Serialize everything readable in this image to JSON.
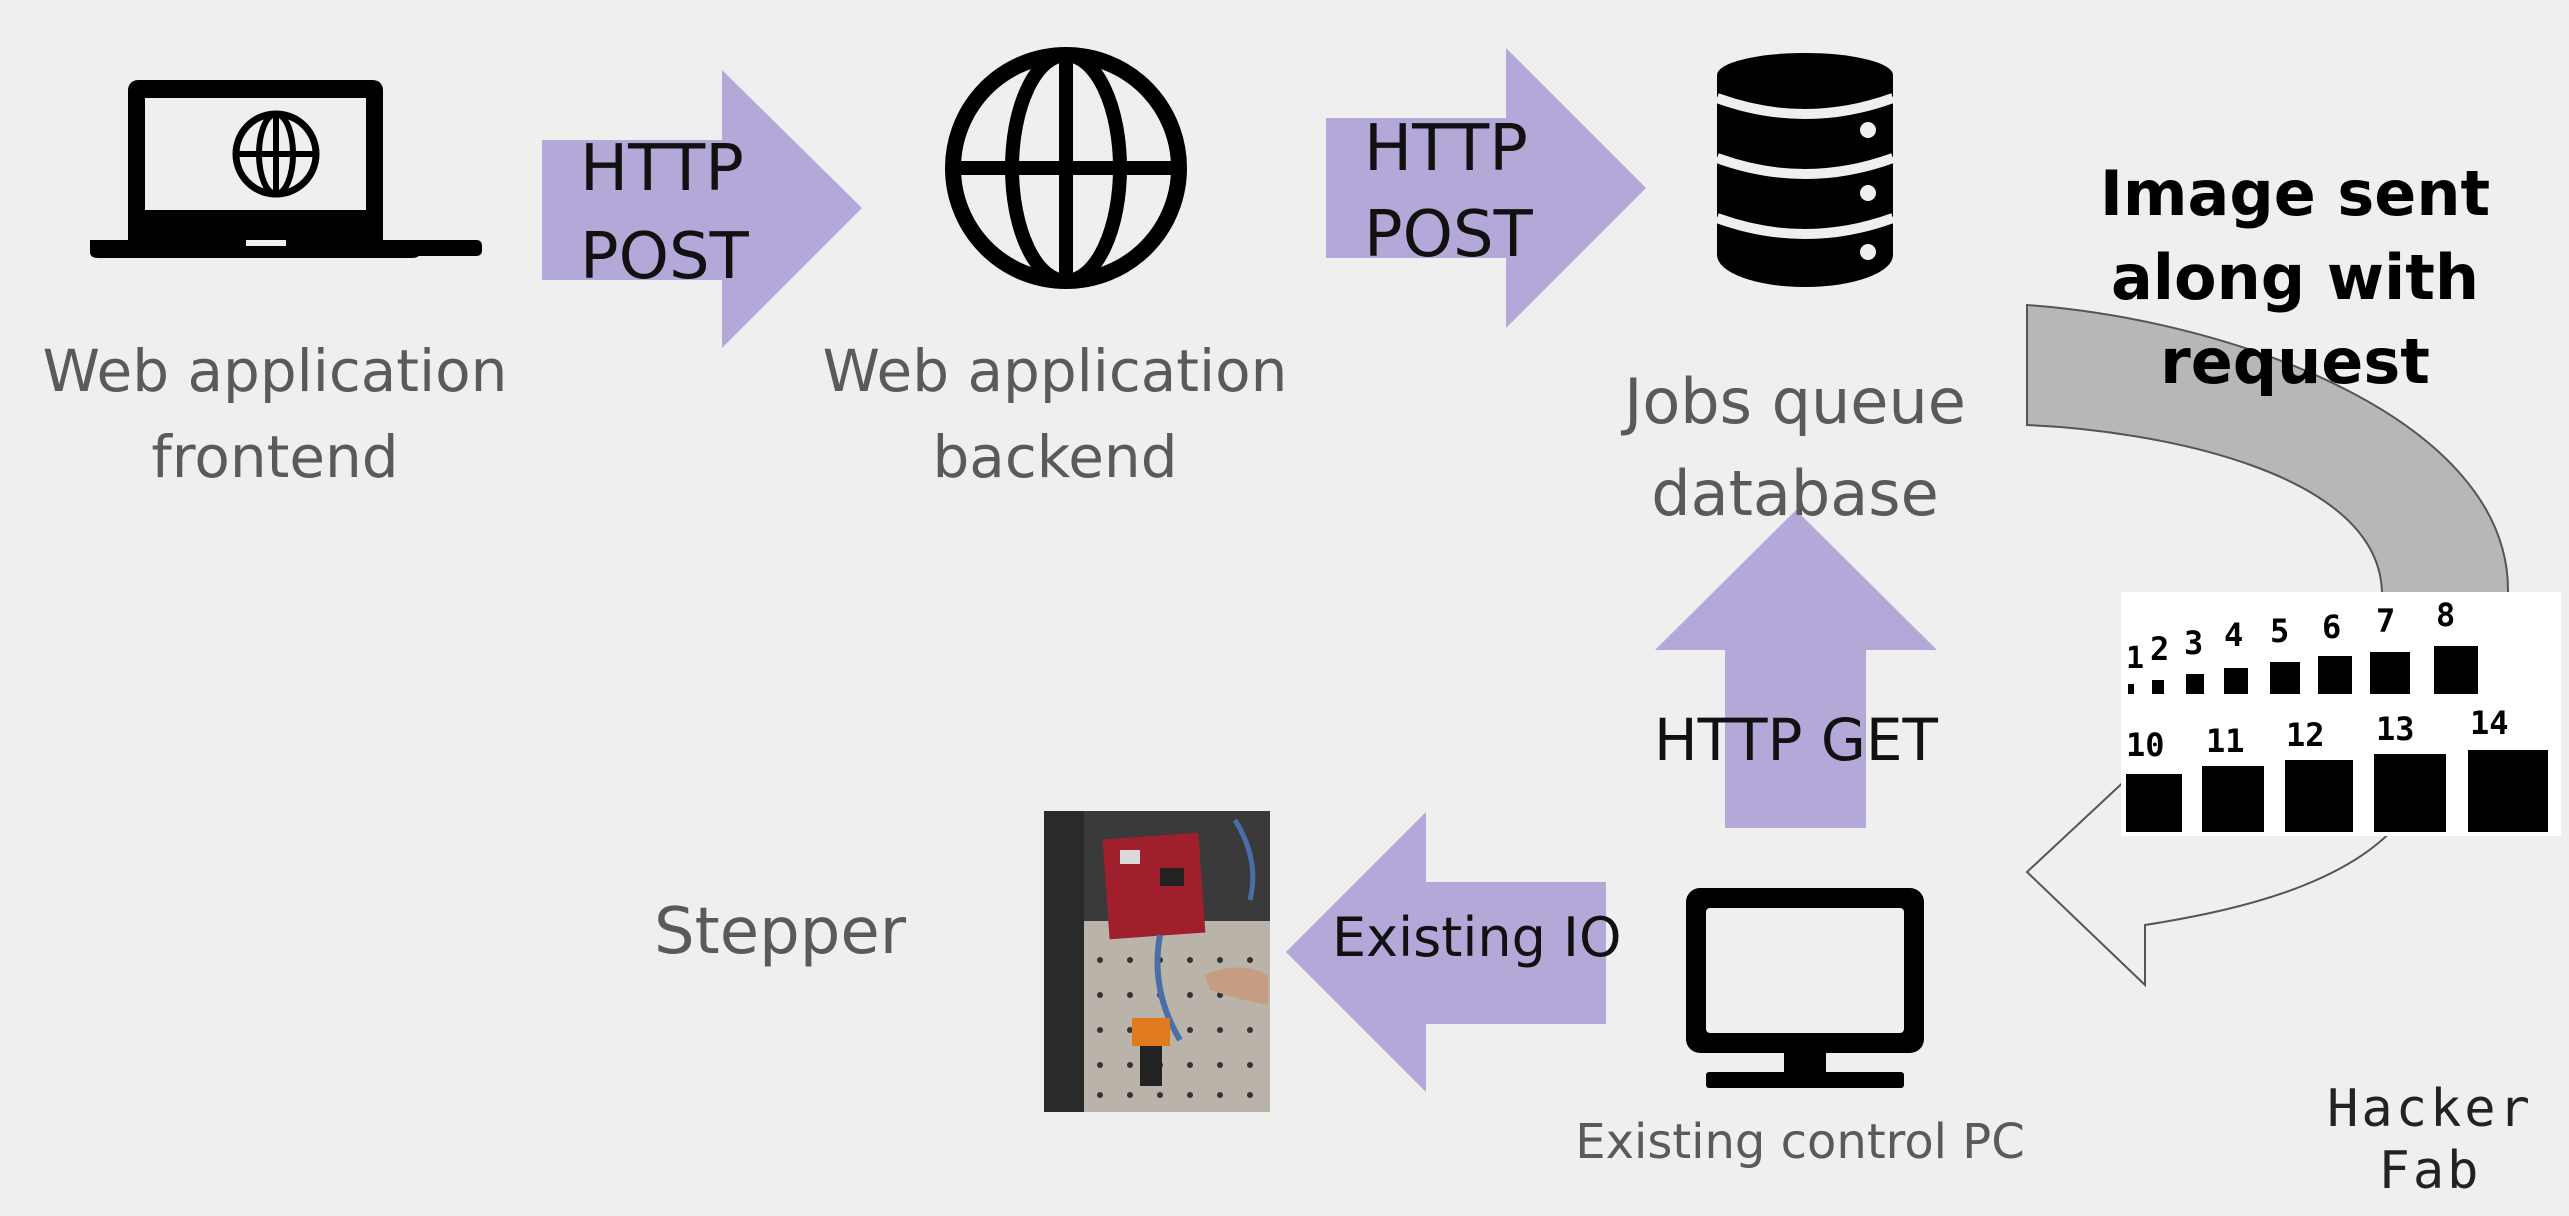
{
  "nodes": {
    "frontend": {
      "label": "Web application\nfrontend",
      "icon": "laptop-globe-icon"
    },
    "backend": {
      "label": "Web application\nbackend",
      "icon": "globe-icon"
    },
    "database": {
      "label": "Jobs queue\ndatabase",
      "icon": "database-icon"
    },
    "control_pc": {
      "label": "Existing control PC",
      "icon": "monitor-icon"
    },
    "stepper": {
      "label": "Stepper",
      "icon": "stepper-photo"
    }
  },
  "edges": {
    "frontend_to_backend": {
      "label": "HTTP\nPOST"
    },
    "backend_to_database": {
      "label": "HTTP\nPOST"
    },
    "pc_to_database": {
      "label": "HTTP GET"
    },
    "pc_to_stepper": {
      "label": "Existing IO"
    },
    "image_note": {
      "label": "Image sent\nalong with\nrequest"
    }
  },
  "test_pattern": {
    "numbers_top": [
      "1",
      "2",
      "3",
      "4",
      "5",
      "6",
      "7",
      "8"
    ],
    "numbers_bottom": [
      "10",
      "11",
      "12",
      "13",
      "14"
    ]
  },
  "brand": {
    "text": "Hacker\nFab"
  },
  "colors": {
    "background": "#efefef",
    "arrow_purple": "#b3a8d8",
    "curved_arrow_gray": "#b7b7b7",
    "label_gray": "#5a5a5a",
    "icon_black": "#000000"
  }
}
